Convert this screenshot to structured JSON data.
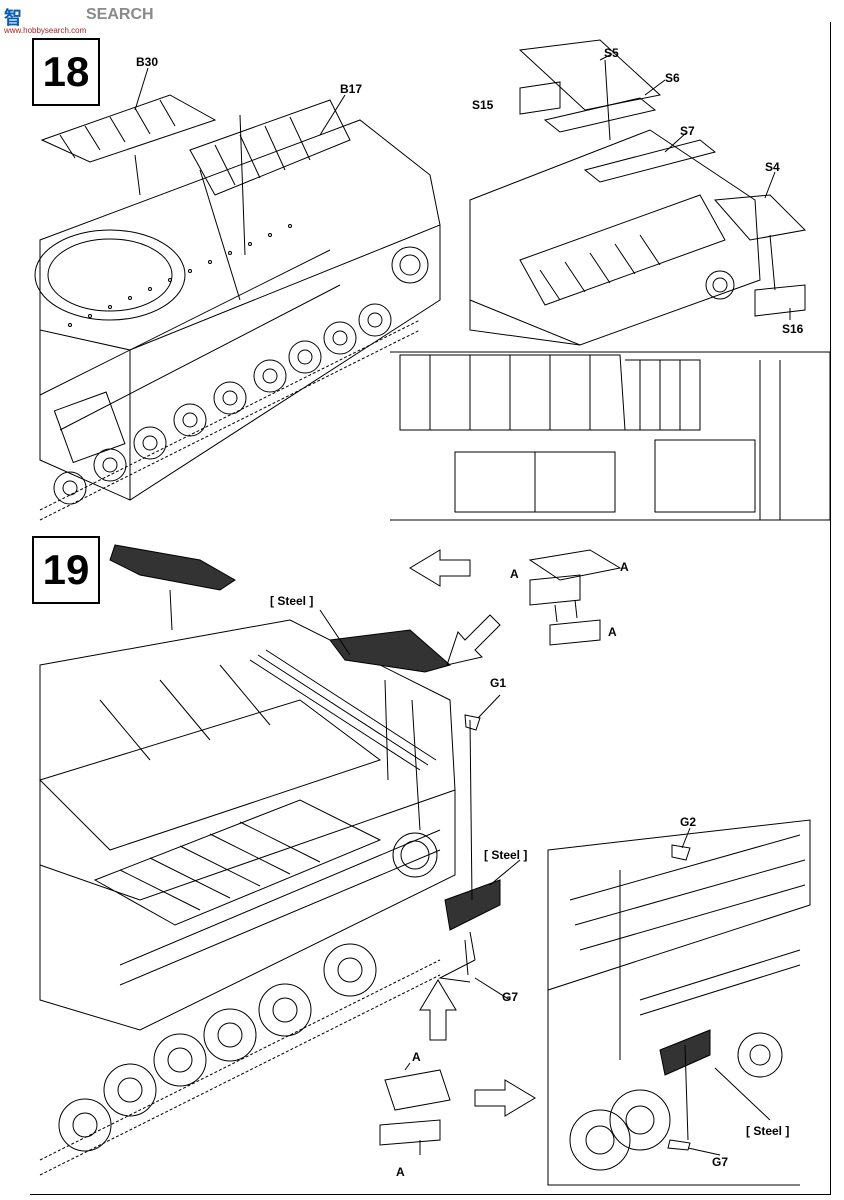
{
  "watermark": {
    "logo": "智",
    "text": "SEARCH",
    "url": "www.hobbysearch.com"
  },
  "steps": [
    {
      "number": "18"
    },
    {
      "number": "19"
    }
  ],
  "step18": {
    "labels": {
      "b30": "B30",
      "b17": "B17",
      "s5": "S5",
      "s6": "S6",
      "s15": "S15",
      "s7": "S7",
      "s4": "S4",
      "s16": "S16"
    }
  },
  "step19": {
    "labels": {
      "steel_top": "[ Steel ]",
      "g1": "G1",
      "steel_mid": "[ Steel ]",
      "g7_left": "G7",
      "g2": "G2",
      "steel_right": "[ Steel ]",
      "g7_right": "G7",
      "a_top_left": "A",
      "a_top_right": "A",
      "a_top_bottom": "A",
      "a_bottom_top": "A",
      "a_bottom_bottom": "A"
    }
  },
  "colors": {
    "ink": "#000000",
    "part_dark": "#333333",
    "paper": "#ffffff"
  }
}
